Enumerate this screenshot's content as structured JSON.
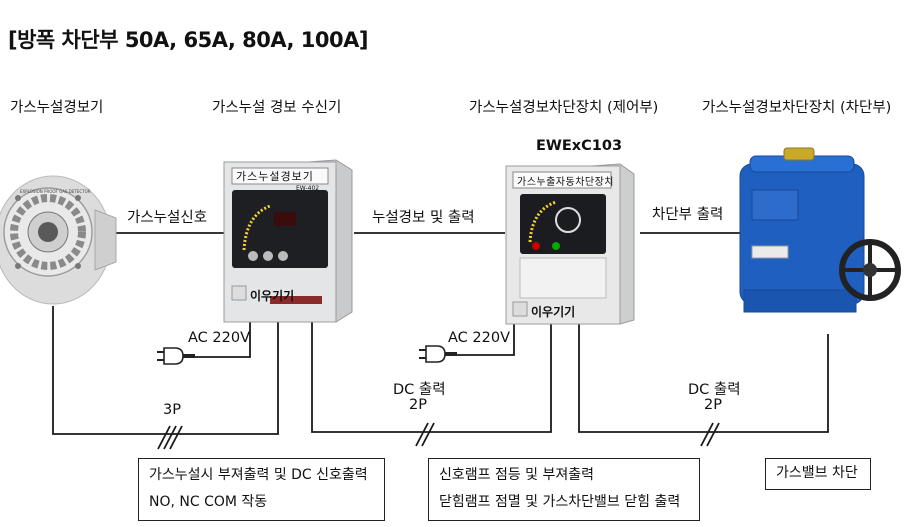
{
  "title": "[방폭 차단부 50A, 65A, 80A, 100A]",
  "headers": {
    "detector": "가스누설경보기",
    "receiver": "가스누설 경보 수신기",
    "controller": "가스누설경보차단장치 (제어부)",
    "actuator": "가스누설경보차단장치 (차단부)"
  },
  "model": "EWExC103",
  "signals": {
    "detector_to_receiver": "가스누설신호",
    "receiver_to_controller": "누설경보 및 출력",
    "controller_to_actuator": "차단부 출력"
  },
  "power": {
    "receiver": "AC 220V",
    "controller": "AC 220V"
  },
  "wiring": {
    "detector_cable": "3P",
    "receiver_output": "DC 출력",
    "receiver_poles": "2P",
    "controller_output": "DC 출력",
    "controller_poles": "2P"
  },
  "boxes": {
    "receiver": [
      "가스누설시 부져출력 및 DC 신호출력",
      "NO, NC COM 작동"
    ],
    "controller": [
      "신호램프 점등 및 부져출력",
      "닫힘램프 점멸 및 가스차단밸브 닫힘 출력"
    ],
    "actuator": [
      "가스밸브 차단"
    ]
  },
  "device_text": {
    "receiver_panel": "가스누설경보기",
    "receiver_model": "EW-402",
    "receiver_brand": "이우기기",
    "controller_panel": "가스누출자동차단장치",
    "controller_brand": "이우기기",
    "detector_ring": "EXPLOSION PROOF GAS DETECTOR"
  },
  "colors": {
    "line": "#1a1a1a",
    "valve_blue": "#1f5fbf",
    "panel_gray": "#d9dadc",
    "brand_red": "#b5262b"
  }
}
